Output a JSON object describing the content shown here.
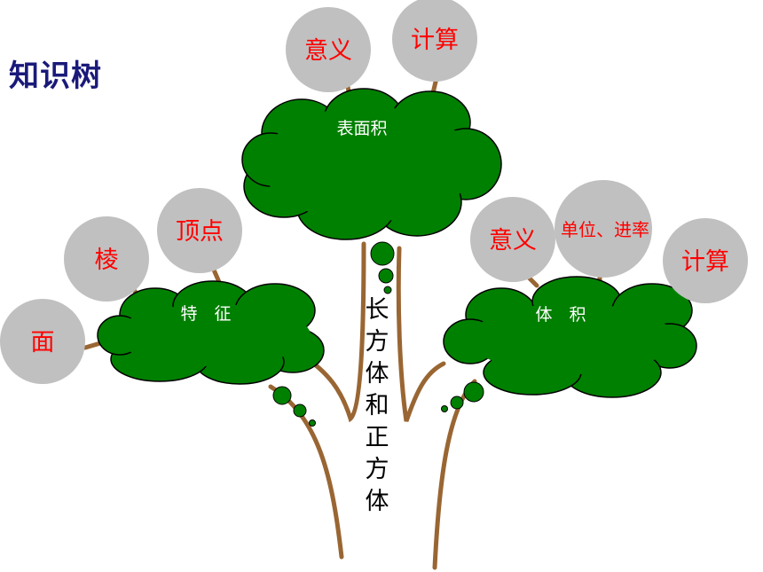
{
  "title": "知识树",
  "trunk_label": [
    "长",
    "方",
    "体",
    "和",
    "正",
    "方",
    "体"
  ],
  "branches": {
    "top": {
      "label": "表面积",
      "leaves": [
        "意义",
        "计算"
      ]
    },
    "left": {
      "label": "特　征",
      "leaves": [
        "面",
        "棱",
        "顶点"
      ]
    },
    "right": {
      "label": "体　积",
      "leaves": [
        "意义",
        "单位、进率",
        "计算"
      ]
    }
  },
  "colors": {
    "foliage": "#008000",
    "bark": "#996633",
    "leaf_bubble": "#c0c0c0",
    "leaf_text": "#ff0000",
    "title": "#1a1a7a"
  }
}
